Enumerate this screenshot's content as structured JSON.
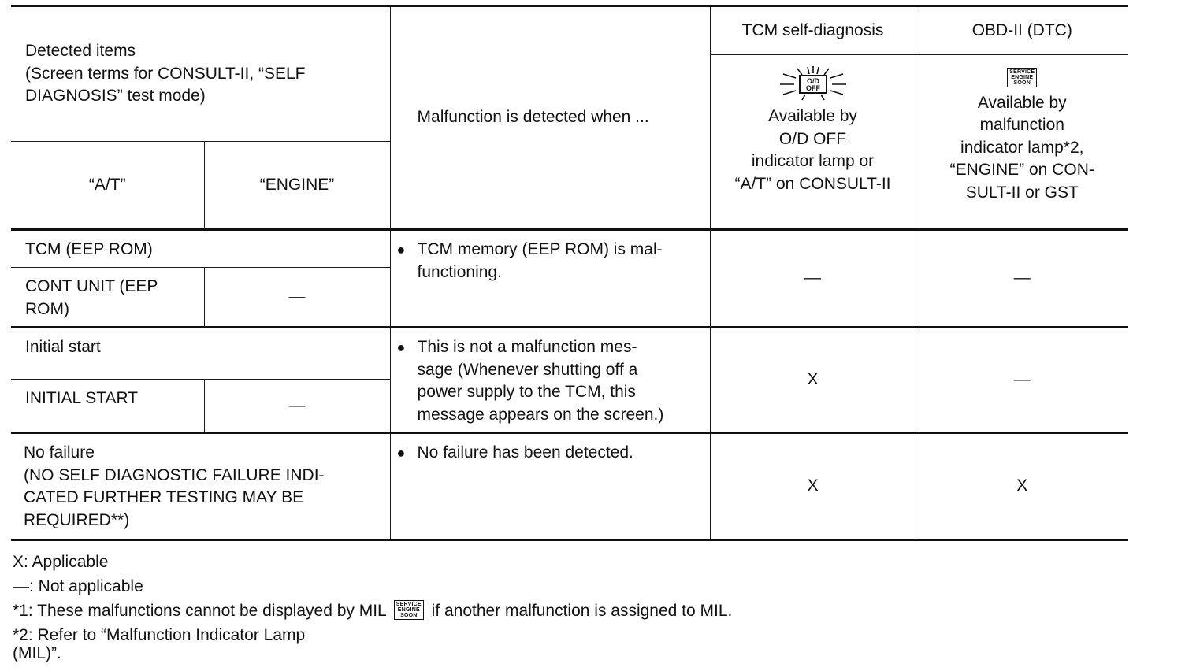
{
  "header": {
    "detected_items": "Detected items",
    "detected_items_sub1": "(Screen terms for CONSULT-II, “SELF",
    "detected_items_sub2": "DIAGNOSIS” test mode)",
    "col_at": "“A/T”",
    "col_engine": "“ENGINE”",
    "malfunction": "Malfunction is detected when ...",
    "tcm_self": "TCM self-diagnosis",
    "obd": "OBD-II (DTC)",
    "tcm_lamp_lines": [
      "Available by",
      "O/D OFF",
      "indicator lamp or",
      "“A/T” on CONSULT-II"
    ],
    "obd_lamp_lines": [
      "Available by",
      "malfunction",
      "indicator lamp*2,",
      "“ENGINE” on CON-",
      "SULT-II or GST"
    ],
    "od_icon_lines": [
      "O/D",
      "OFF"
    ],
    "mil_icon_lines": [
      "SERVICE",
      "ENGINE",
      "SOON"
    ]
  },
  "rows": [
    {
      "at": "TCM (EEP ROM)",
      "engine_label_lines": [
        "CONT UNIT (EEP",
        "ROM)"
      ],
      "engine": "—",
      "malfunction_lines": [
        "TCM memory (EEP ROM) is mal-",
        "functioning."
      ],
      "tcm": "—",
      "obd": "—"
    },
    {
      "at": "Initial start",
      "engine_label": "INITIAL START",
      "engine": "—",
      "malfunction_lines": [
        "This is not a malfunction mes-",
        "sage (Whenever shutting off a",
        "power supply to the TCM, this",
        "message appears on the screen.)"
      ],
      "tcm": "X",
      "obd": "—"
    },
    {
      "at_lines": [
        "No failure",
        "(NO SELF DIAGNOSTIC FAILURE INDI-",
        "CATED FURTHER TESTING MAY BE",
        "REQUIRED**)"
      ],
      "malfunction_lines": [
        "No failure has been detected."
      ],
      "tcm": "X",
      "obd": "X"
    }
  ],
  "notes": {
    "n1": "X: Applicable",
    "n2": "—: Not applicable",
    "n3_before": "*1: These malfunctions cannot be displayed by MIL",
    "n3_after": "if another malfunction is assigned to MIL.",
    "n4_line1": "*2: Refer to “Malfunction Indicator Lamp",
    "n4_line2": "(MIL)”."
  }
}
